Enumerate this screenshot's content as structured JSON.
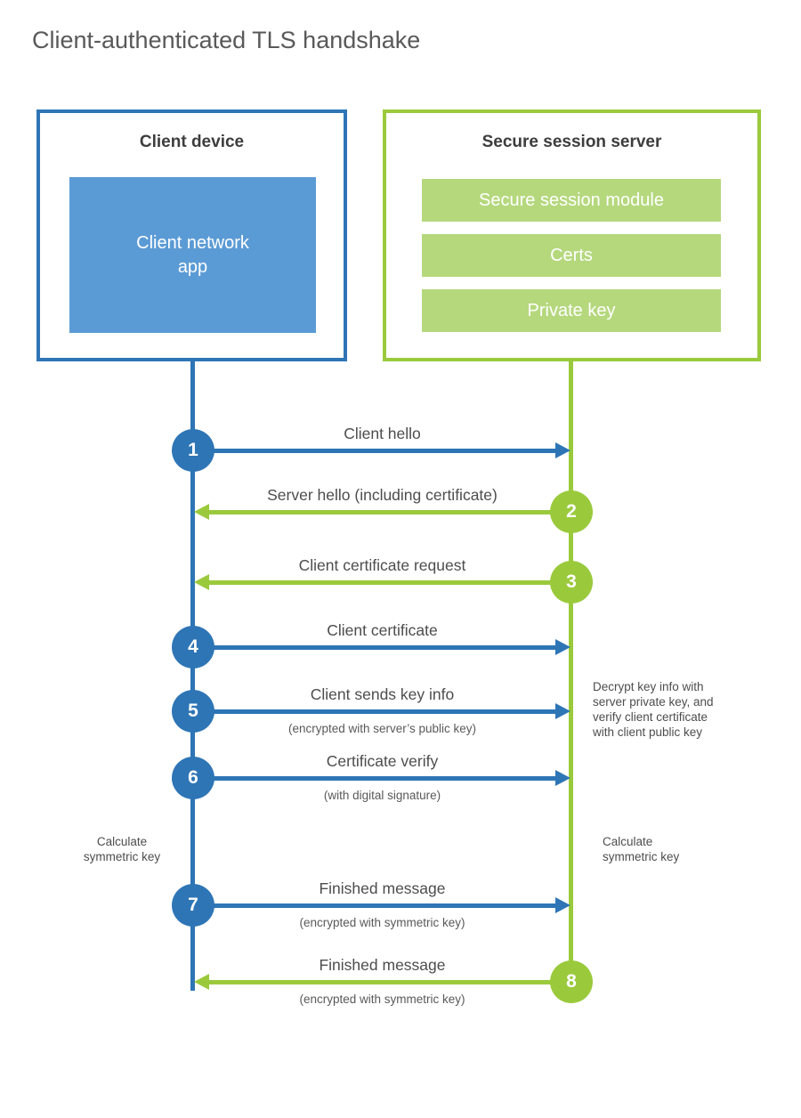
{
  "title": "Client-authenticated TLS handshake",
  "colors": {
    "blue": "#2e75b6",
    "blue_fill": "#5b9bd5",
    "green": "#9aca3c",
    "green_fill": "#b5d87d"
  },
  "client_box": {
    "title": "Client device",
    "app_label": "Client network\napp"
  },
  "server_box": {
    "title": "Secure session server",
    "modules": [
      "Secure session module",
      "Certs",
      "Private key"
    ]
  },
  "steps": [
    {
      "num": "1",
      "dir": "right",
      "color": "blue",
      "label": "Client hello",
      "sub": ""
    },
    {
      "num": "2",
      "dir": "left",
      "color": "green",
      "label": "Server hello (including certificate)",
      "sub": ""
    },
    {
      "num": "3",
      "dir": "left",
      "color": "green",
      "label": "Client certificate request",
      "sub": ""
    },
    {
      "num": "4",
      "dir": "right",
      "color": "blue",
      "label": "Client certificate",
      "sub": ""
    },
    {
      "num": "5",
      "dir": "right",
      "color": "blue",
      "label": "Client sends key info",
      "sub": "(encrypted with server’s public key)"
    },
    {
      "num": "6",
      "dir": "right",
      "color": "blue",
      "label": "Certificate verify",
      "sub": "(with digital signature)"
    },
    {
      "num": "7",
      "dir": "right",
      "color": "blue",
      "label": "Finished message",
      "sub": "(encrypted with symmetric key)"
    },
    {
      "num": "8",
      "dir": "left",
      "color": "green",
      "label": "Finished message",
      "sub": "(encrypted with symmetric key)"
    }
  ],
  "annotations": {
    "decrypt_note": "Decrypt key info with\nserver private key, and\nverify client certificate\nwith client public key",
    "calc_left": "Calculate\nsymmetric key",
    "calc_right": "Calculate\nsymmetric key"
  }
}
